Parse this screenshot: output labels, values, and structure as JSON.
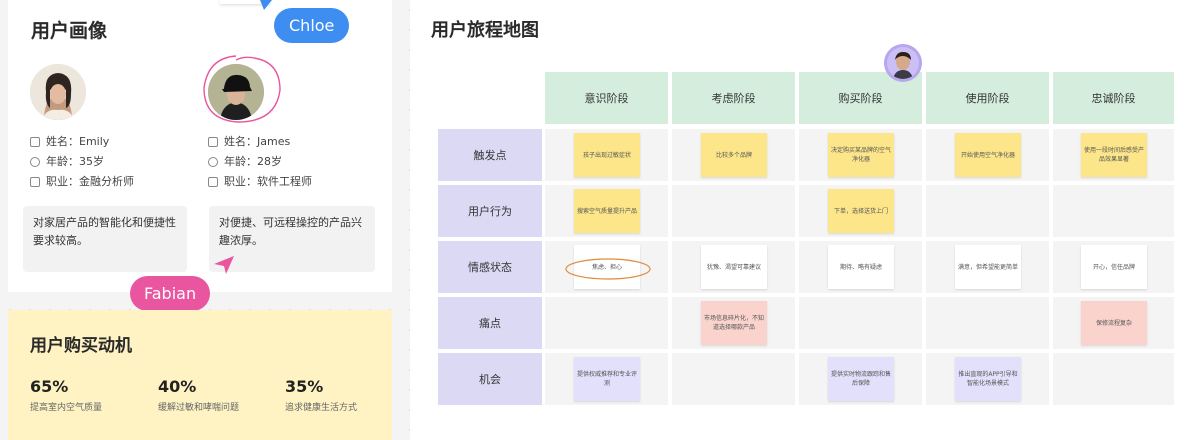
{
  "persona": {
    "title": "用户画像",
    "users": [
      {
        "name": "姓名：Emily",
        "age": "年龄：35岁",
        "job": "职业：金融分析师",
        "desc": "对家居产品的智能化和便捷性要求较高。"
      },
      {
        "name": "姓名：James",
        "age": "年龄：28岁",
        "job": "职业：软件工程师",
        "desc": "对便捷、可远程操控的产品兴趣浓厚。"
      }
    ]
  },
  "cursors": {
    "chloe": "Chloe",
    "fabian": "Fabian"
  },
  "motive": {
    "title": "用户购买动机",
    "stats": [
      {
        "pct": "65%",
        "label": "提高室内空气质量"
      },
      {
        "pct": "40%",
        "label": "缓解过敏和哮喘问题"
      },
      {
        "pct": "35%",
        "label": "追求健康生活方式"
      }
    ]
  },
  "journey": {
    "title": "用户旅程地图",
    "stages": [
      "意识阶段",
      "考虑阶段",
      "购买阶段",
      "使用阶段",
      "忠诚阶段"
    ],
    "rows": [
      "触发点",
      "用户行为",
      "情感状态",
      "痛点",
      "机会"
    ],
    "notes": {
      "trigger": [
        "孩子出现过敏症状",
        "比较多个品牌",
        "决定购买某品牌的空气净化器",
        "开始使用空气净化器",
        "使用一段时间后感受产品效果显著"
      ],
      "action": [
        "搜索空气质量提升产品",
        "下单，选择送货上门"
      ],
      "emotion": [
        "焦虑、担心",
        "犹豫、渴望可靠建议",
        "期待、略有疑虑",
        "满意，但希望能更简单",
        "开心，信任品牌"
      ],
      "pain": [
        "市场信息碎片化，不知道选择哪款产品",
        "保修流程复杂"
      ],
      "opportunity": [
        "提供权威推荐和专业评测",
        "提供实时物流跟踪和售后保障",
        "推出直观的APP引导和智能化场景模式"
      ]
    }
  },
  "colors": {
    "accent_blue": "#3d8ef0",
    "accent_pink": "#e9559f",
    "stage_header": "#d4eddc",
    "row_header": "#dcd9f5",
    "motive_bg": "#fff3c4"
  }
}
